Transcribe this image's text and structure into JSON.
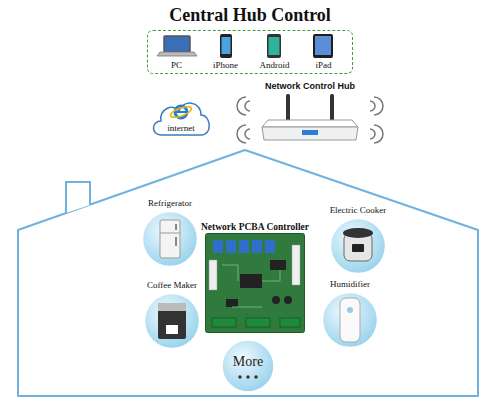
{
  "diagram": {
    "title": "Central Hub Control",
    "nodes": [
      {
        "text": [
          "PC",
          "iPhone",
          "Android",
          "iPad"
        ]
      },
      {
        "text": [
          "internet"
        ]
      },
      {
        "text": [
          "Network Control Hub"
        ]
      },
      {
        "text": [
          "Refrigerator"
        ]
      },
      {
        "text": [
          "Network PCBA Controller"
        ]
      },
      {
        "text": [
          "Electric Cooker"
        ]
      },
      {
        "text": [
          "Coffee Maker"
        ]
      },
      {
        "text": [
          "Humidifier"
        ]
      },
      {
        "text": [
          "More"
        ]
      }
    ]
  }
}
